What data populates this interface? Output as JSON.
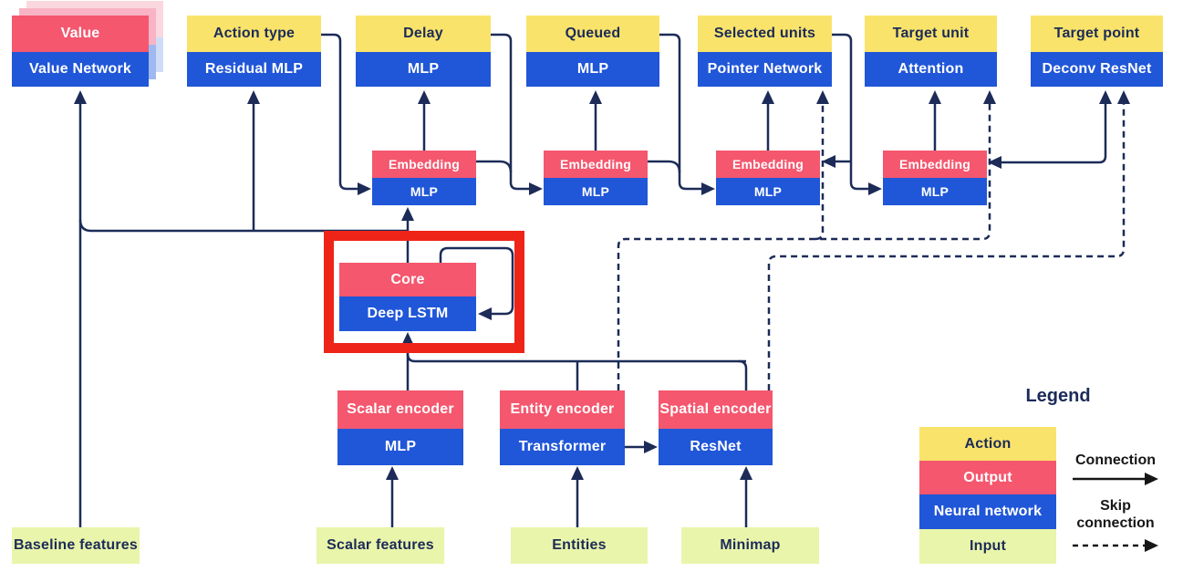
{
  "palette": {
    "action_yellow": "#f9e36b",
    "output_pink": "#f4576e",
    "network_blue": "#2056d8",
    "input_green": "#e9f5aa",
    "wire_navy": "#1c2b58",
    "highlight_red": "#ee2418"
  },
  "nodes": {
    "value": {
      "top": "Value",
      "bottom": "Value Network"
    },
    "action_type": {
      "top": "Action type",
      "bottom": "Residual MLP"
    },
    "delay": {
      "top": "Delay",
      "bottom": "MLP"
    },
    "queued": {
      "top": "Queued",
      "bottom": "MLP"
    },
    "selected_units": {
      "top": "Selected units",
      "bottom": "Pointer Network"
    },
    "target_unit": {
      "top": "Target unit",
      "bottom": "Attention"
    },
    "target_point": {
      "top": "Target point",
      "bottom": "Deconv ResNet"
    },
    "embedding1": {
      "top": "Embedding",
      "bottom": "MLP"
    },
    "embedding2": {
      "top": "Embedding",
      "bottom": "MLP"
    },
    "embedding3": {
      "top": "Embedding",
      "bottom": "MLP"
    },
    "embedding4": {
      "top": "Embedding",
      "bottom": "MLP"
    },
    "core": {
      "top": "Core",
      "bottom": "Deep LSTM"
    },
    "scalar_encoder": {
      "top": "Scalar encoder",
      "bottom": "MLP"
    },
    "entity_encoder": {
      "top": "Entity encoder",
      "bottom": "Transformer"
    },
    "spatial_encoder": {
      "top": "Spatial encoder",
      "bottom": "ResNet"
    },
    "baseline_features": {
      "label": "Baseline features"
    },
    "scalar_features": {
      "label": "Scalar features"
    },
    "entities": {
      "label": "Entities"
    },
    "minimap": {
      "label": "Minimap"
    }
  },
  "legend": {
    "title": "Legend",
    "rows": [
      {
        "label": "Action"
      },
      {
        "label": "Output"
      },
      {
        "label": "Neural network"
      },
      {
        "label": "Input"
      }
    ],
    "connection_label": "Connection",
    "skip_connection_label": "Skip connection"
  }
}
